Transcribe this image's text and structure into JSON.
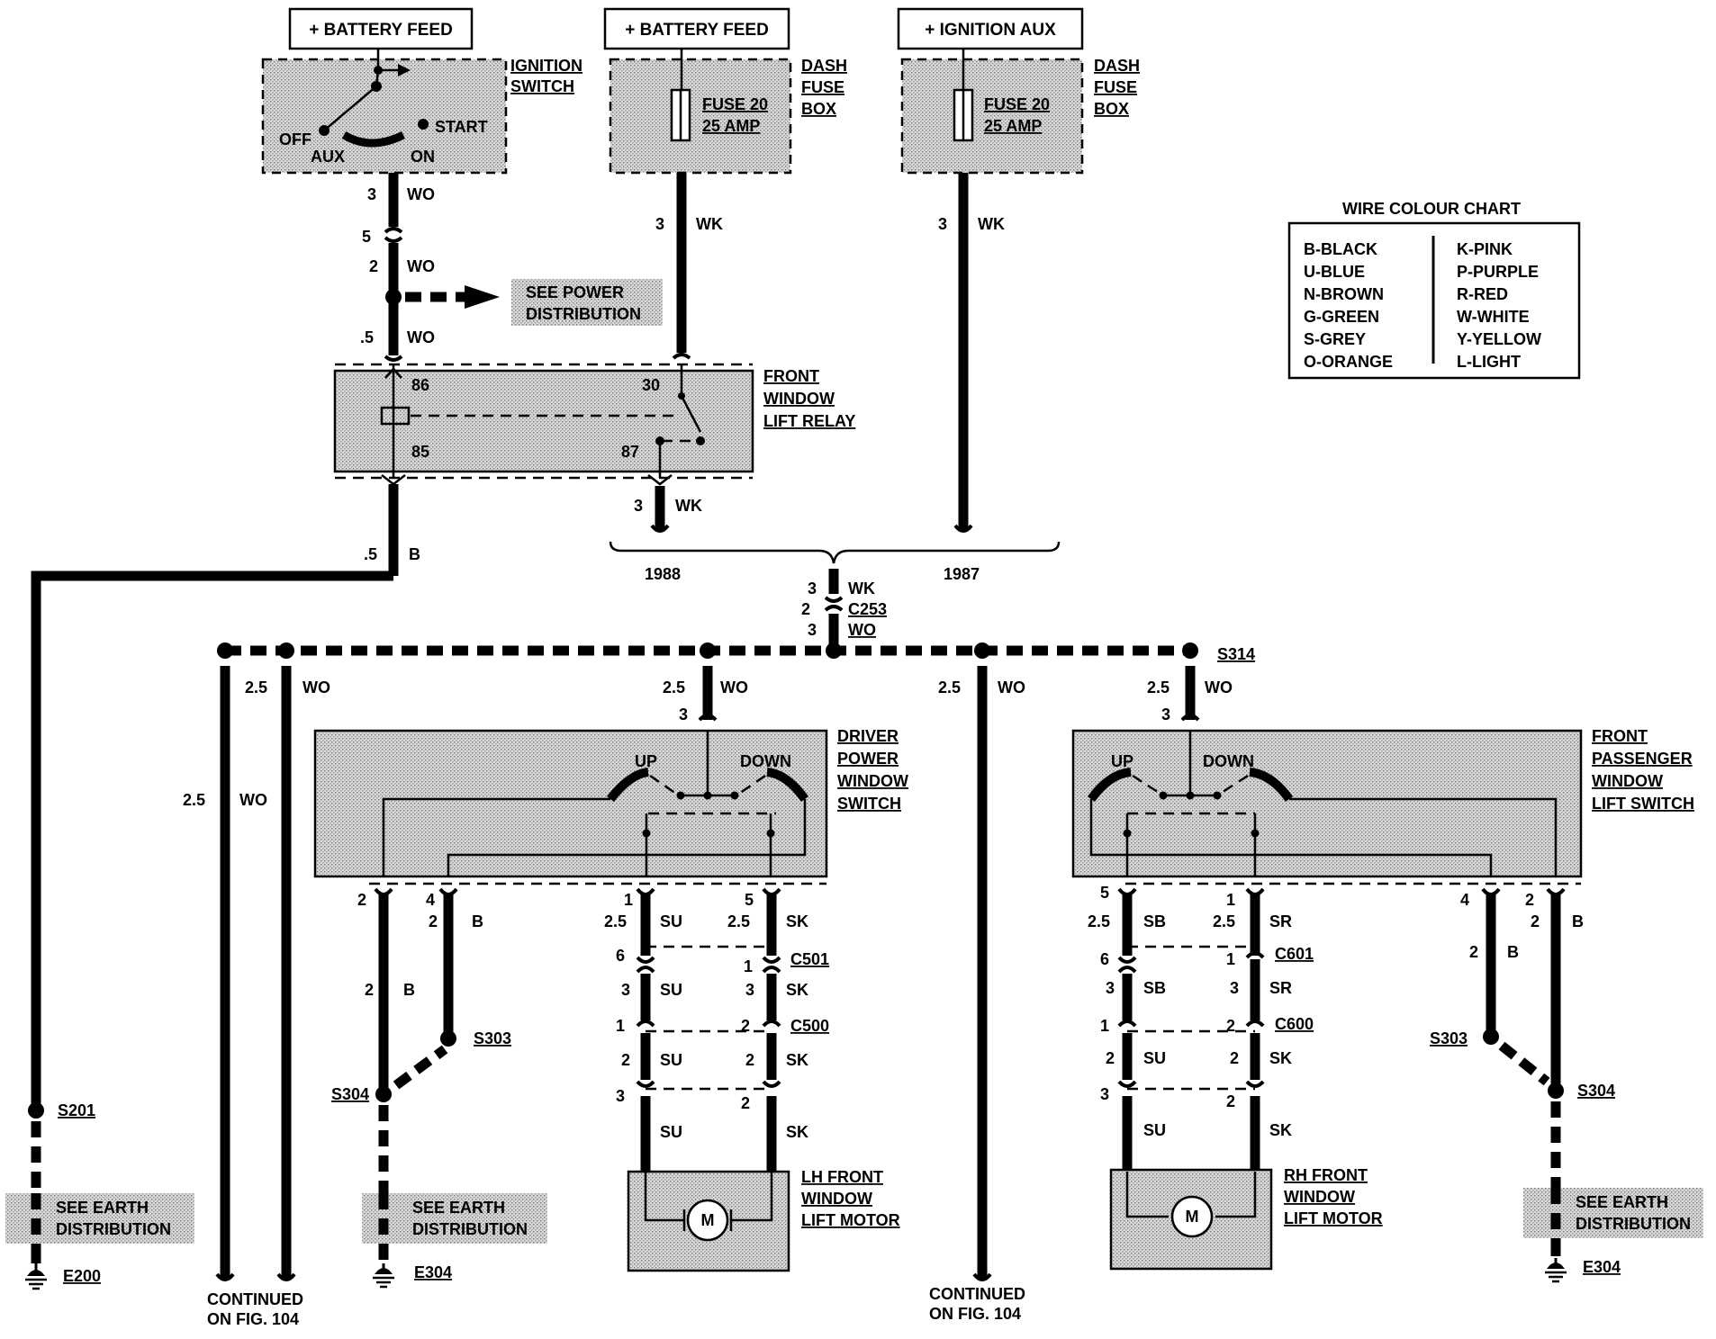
{
  "feeds": {
    "battery1": "+ BATTERY FEED",
    "battery2": "+ BATTERY FEED",
    "ignaux": "+ IGNITION AUX"
  },
  "ignition_switch": {
    "name1": "IGNITION",
    "name2": "SWITCH",
    "off": "OFF",
    "aux": "AUX",
    "on": "ON",
    "start": "START"
  },
  "dash_fuse_box_1": {
    "l1": "DASH",
    "l2": "FUSE",
    "l3": "BOX",
    "fuse1": "FUSE 20",
    "fuse2": "25 AMP"
  },
  "dash_fuse_box_2": {
    "l1": "DASH",
    "l2": "FUSE",
    "l3": "BOX",
    "fuse1": "FUSE 20",
    "fuse2": "25 AMP"
  },
  "relay": {
    "l1": "FRONT",
    "l2": "WINDOW",
    "l3": "LIFT RELAY",
    "p86": "86",
    "p85": "85",
    "p30": "30",
    "p87": "87"
  },
  "see_power": {
    "l1": "SEE POWER",
    "l2": "DISTRIBUTION"
  },
  "wire_labels": {
    "w1_size": "3",
    "w1_col": "WO",
    "conn5": "5",
    "w2_size": "2",
    "w2_col": "WO",
    "w3_size": ".5",
    "w3_col": "WO",
    "wk1_size": "3",
    "wk1_col": "WK",
    "wk2_size": "3",
    "wk2_col": "WK",
    "b_size": ".5",
    "b_col": "B",
    "wk3_size": "3",
    "wk3_col": "WK",
    "year1": "1988",
    "year2": "1987",
    "c253_top_n": "3",
    "c253_top": "WK",
    "c253_mid_n": "2",
    "c253": "C253",
    "c253_bot_n": "3",
    "c253_bot": "WO",
    "s314": "S314",
    "bus_l_size": "2.5",
    "bus_l_col": "WO",
    "bus_l2_size": "2.5",
    "bus_l2_col": "WO",
    "drv_size": "2.5",
    "drv_col": "WO",
    "drv_pin": "3",
    "mid_size": "2.5",
    "mid_col": "WO",
    "pas_size": "2.5",
    "pas_col": "WO",
    "pas_pin": "3"
  },
  "color_chart": {
    "title": "WIRE COLOUR CHART",
    "left": [
      "B-BLACK",
      "U-BLUE",
      "N-BROWN",
      "G-GREEN",
      "S-GREY",
      "O-ORANGE"
    ],
    "right": [
      "K-PINK",
      "P-PURPLE",
      "R-RED",
      "W-WHITE",
      "Y-YELLOW",
      "L-LIGHT"
    ]
  },
  "driver_switch": {
    "l1": "DRIVER",
    "l2": "POWER",
    "l3": "WINDOW",
    "l4": "SWITCH",
    "up": "UP",
    "down": "DOWN",
    "pin2": "2",
    "pin4": "4",
    "pin1": "1",
    "pin5": "5"
  },
  "passenger_switch": {
    "l1": "FRONT",
    "l2": "PASSENGER",
    "l3": "WINDOW",
    "l4": "LIFT SWITCH",
    "up": "UP",
    "down": "DOWN",
    "pin5": "5",
    "pin1": "1",
    "pin4": "4",
    "pin2": "2"
  },
  "driver_side": {
    "a_size": "2",
    "b_pin_size": "2",
    "b_col": "B",
    "b2_size": "2",
    "b2_col": "B",
    "s303": "S303",
    "s304": "S304",
    "su1_size": "2.5",
    "su1_col": "SU",
    "sk1_size": "2.5",
    "sk1_col": "SK",
    "c501": "C501",
    "c501_l": "6",
    "c501_r": "1",
    "su2_size": "3",
    "su2_col": "SU",
    "sk2_size": "3",
    "sk2_col": "SK",
    "c500": "C500",
    "c500_l": "1",
    "c500_r": "2",
    "su3_size": "2",
    "su3_col": "SU",
    "sk3_size": "2",
    "sk3_col": "SK",
    "c3_l": "3",
    "c3_r": "2",
    "su4_col": "SU",
    "sk4_col": "SK",
    "motor": {
      "l1": "LH FRONT",
      "l2": "WINDOW",
      "l3": "LIFT MOTOR",
      "m": "M"
    }
  },
  "passenger_side": {
    "sb1_size": "2.5",
    "sb1_col": "SB",
    "sr1_size": "2.5",
    "sr1_col": "SR",
    "c601": "C601",
    "c601_l": "6",
    "c601_r": "1",
    "sb2_size": "3",
    "sb2_col": "SB",
    "sr2_size": "3",
    "sr2_col": "SR",
    "c600": "C600",
    "c600_l": "1",
    "c600_r": "2",
    "su3_size": "2",
    "su3_col": "SU",
    "sk3_size": "2",
    "sk3_col": "SK",
    "c3_l": "3",
    "c3_r": "2",
    "su4_col": "SU",
    "sk4_col": "SK",
    "b_size": "2",
    "b_col": "B",
    "b2_size": "2",
    "b2_col": "B",
    "s303": "S303",
    "s304": "S304",
    "motor": {
      "l1": "RH FRONT",
      "l2": "WINDOW",
      "l3": "LIFT MOTOR",
      "m": "M"
    }
  },
  "earth": {
    "s201": "S201",
    "e200": "E200",
    "see1_l1": "SEE EARTH",
    "see1_l2": "DISTRIBUTION",
    "see2_l1": "SEE EARTH",
    "see2_l2": "DISTRIBUTION",
    "see3_l1": "SEE EARTH",
    "see3_l2": "DISTRIBUTION",
    "e304a": "E304",
    "e304b": "E304"
  },
  "continued": {
    "a1": "CONTINUED",
    "a2": "ON FIG. 104",
    "b1": "CONTINUED",
    "b2": "ON FIG. 104"
  }
}
